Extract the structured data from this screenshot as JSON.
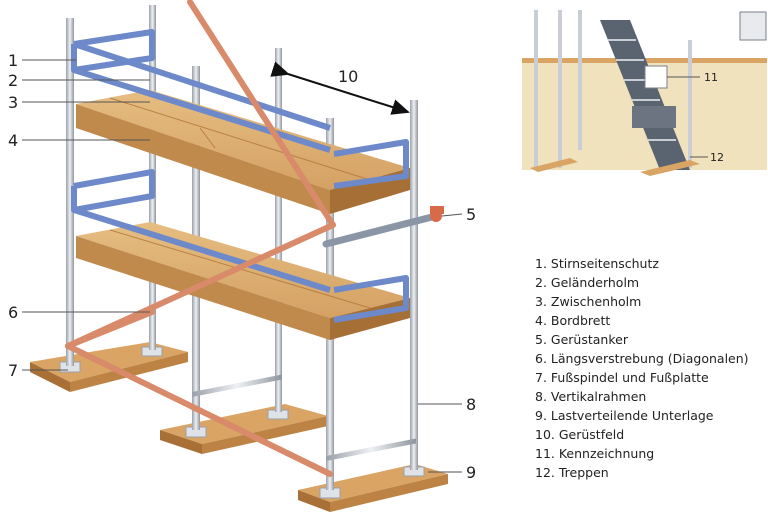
{
  "diagram": {
    "labels": {
      "l1": "1",
      "l2": "2",
      "l3": "3",
      "l4": "4",
      "l5": "5",
      "l6": "6",
      "l7": "7",
      "l8": "8",
      "l9": "9",
      "l10": "10",
      "l11": "11",
      "l12": "12"
    },
    "legend": [
      "1.  Stirnseitenschutz",
      "2.  Geländerholm",
      "3.  Zwischenholm",
      "4.  Bordbrett",
      "5.  Gerüstanker",
      "6.  Längsverstrebung (Diagonalen)",
      "7.  Fußspindel und Fußplatte",
      "8.  Vertikalrahmen",
      "9.  Lastverteilende Unterlage",
      "10. Gerüstfeld",
      "11. Kennzeichnung",
      "12. Treppen"
    ]
  },
  "colors": {
    "frame": "#c9ced6",
    "rail": "#6d89c9",
    "plank": "#d9ab6c",
    "diagonal": "#d98a6a",
    "wall": "#f0e2bd"
  }
}
